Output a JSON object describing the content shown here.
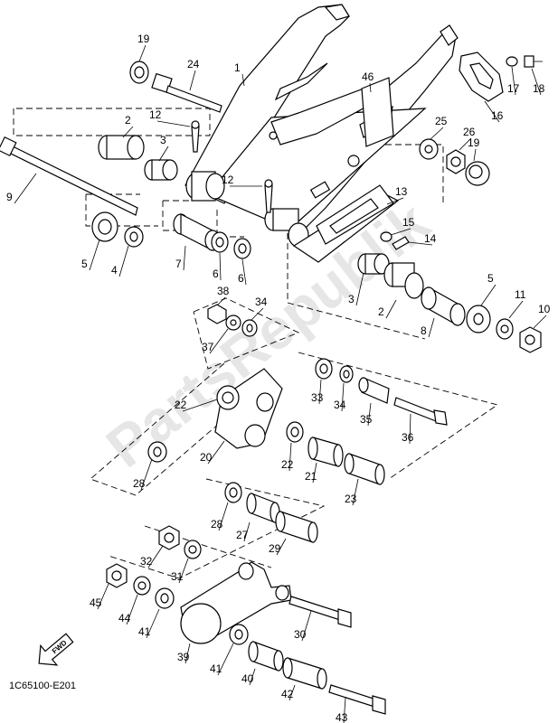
{
  "diagram_code": "1C65100-E201",
  "fwd_label": "FWD",
  "watermark": "PartsRepublik",
  "labels": [
    {
      "id": "1",
      "name": "swingarm"
    },
    {
      "id": "2",
      "name": "bearing-left"
    },
    {
      "id": "2",
      "name": "bearing-right"
    },
    {
      "id": "3",
      "name": "collar-left"
    },
    {
      "id": "3",
      "name": "collar-right"
    },
    {
      "id": "4",
      "name": "washer"
    },
    {
      "id": "5",
      "name": "seal-left"
    },
    {
      "id": "5",
      "name": "seal-right"
    },
    {
      "id": "6",
      "name": "seal-a"
    },
    {
      "id": "6",
      "name": "seal-b"
    },
    {
      "id": "7",
      "name": "collar-7"
    },
    {
      "id": "8",
      "name": "collar-8"
    },
    {
      "id": "9",
      "name": "pivot-shaft"
    },
    {
      "id": "10",
      "name": "nut-10"
    },
    {
      "id": "11",
      "name": "washer-11"
    },
    {
      "id": "12",
      "name": "grease-nipple-a"
    },
    {
      "id": "12",
      "name": "grease-nipple-b"
    },
    {
      "id": "13",
      "name": "chain-guide"
    },
    {
      "id": "14",
      "name": "bolt-14"
    },
    {
      "id": "15",
      "name": "washer-15"
    },
    {
      "id": "16",
      "name": "chain-cover"
    },
    {
      "id": "17",
      "name": "washer-17"
    },
    {
      "id": "18",
      "name": "screw-18"
    },
    {
      "id": "19",
      "name": "cap-left"
    },
    {
      "id": "19",
      "name": "cap-right"
    },
    {
      "id": "20",
      "name": "relay-arm"
    },
    {
      "id": "21",
      "name": "bearing-21"
    },
    {
      "id": "22",
      "name": "seal-22-a"
    },
    {
      "id": "22",
      "name": "seal-22-b"
    },
    {
      "id": "23",
      "name": "collar-23"
    },
    {
      "id": "24",
      "name": "bolt-24"
    },
    {
      "id": "25",
      "name": "washer-25"
    },
    {
      "id": "26",
      "name": "nut-26"
    },
    {
      "id": "27",
      "name": "bearing-27"
    },
    {
      "id": "28",
      "name": "seal-28-a"
    },
    {
      "id": "28",
      "name": "seal-28-b"
    },
    {
      "id": "29",
      "name": "collar-29"
    },
    {
      "id": "30",
      "name": "bolt-30"
    },
    {
      "id": "31",
      "name": "washer-31"
    },
    {
      "id": "32",
      "name": "nut-32"
    },
    {
      "id": "33",
      "name": "bearing-33"
    },
    {
      "id": "34",
      "name": "washer-34-a"
    },
    {
      "id": "34",
      "name": "washer-34-b"
    },
    {
      "id": "35",
      "name": "collar-35"
    },
    {
      "id": "36",
      "name": "bolt-36"
    },
    {
      "id": "37",
      "name": "washer-37"
    },
    {
      "id": "38",
      "name": "nut-38"
    },
    {
      "id": "39",
      "name": "connecting-rod"
    },
    {
      "id": "40",
      "name": "bearing-40"
    },
    {
      "id": "41",
      "name": "seal-41-a"
    },
    {
      "id": "41",
      "name": "seal-41-b"
    },
    {
      "id": "42",
      "name": "collar-42"
    },
    {
      "id": "43",
      "name": "bolt-43"
    },
    {
      "id": "44",
      "name": "washer-44"
    },
    {
      "id": "45",
      "name": "nut-45"
    },
    {
      "id": "46",
      "name": "decal"
    }
  ]
}
